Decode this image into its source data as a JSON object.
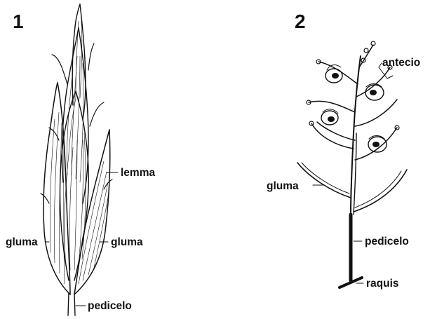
{
  "panel_1": {
    "number": "1",
    "labels": {
      "lemma": "lemma",
      "gluma_left": "gluma",
      "gluma_right": "gluma",
      "pedicelo": "pedicelo"
    }
  },
  "panel_2": {
    "number": "2",
    "labels": {
      "antecio": "antecio",
      "gluma": "gluma",
      "pedicelo": "pedicelo",
      "raquis": "raquis"
    }
  }
}
